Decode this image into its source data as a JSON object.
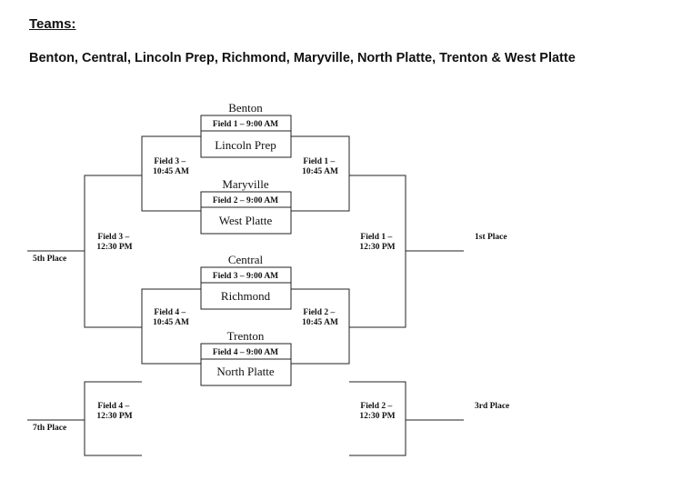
{
  "header": {
    "teams_heading": "Teams:",
    "team_list": "Benton, Central, Lincoln Prep, Richmond, Maryville, North Platte, Trenton & West Platte"
  },
  "bracket": {
    "teams": {
      "benton": "Benton",
      "lincoln_prep": "Lincoln Prep",
      "maryville": "Maryville",
      "west_platte": "West Platte",
      "central": "Central",
      "richmond": "Richmond",
      "trenton": "Trenton",
      "north_platte": "North Platte"
    },
    "first_round": {
      "game1": "Field 1 – 9:00 AM",
      "game2": "Field 2 – 9:00 AM",
      "game3": "Field 3 – 9:00 AM",
      "game4": "Field 4 – 9:00 AM"
    },
    "second_round": {
      "left_top": [
        "Field 3 –",
        "10:45 AM"
      ],
      "right_top": [
        "Field 1 –",
        "10:45 AM"
      ],
      "left_bottom": [
        "Field 4 –",
        "10:45 AM"
      ],
      "right_bottom": [
        "Field 2 –",
        "10:45 AM"
      ]
    },
    "final_round": {
      "fifth": [
        "Field 3 –",
        "12:30 PM"
      ],
      "first": [
        "Field 1 –",
        "12:30 PM"
      ],
      "seventh": [
        "Field 4 –",
        "12:30 PM"
      ],
      "third": [
        "Field 2 –",
        "12:30 PM"
      ]
    },
    "places": {
      "first": "1st Place",
      "third": "3rd Place",
      "fifth": "5th Place",
      "seventh": "7th Place"
    }
  }
}
